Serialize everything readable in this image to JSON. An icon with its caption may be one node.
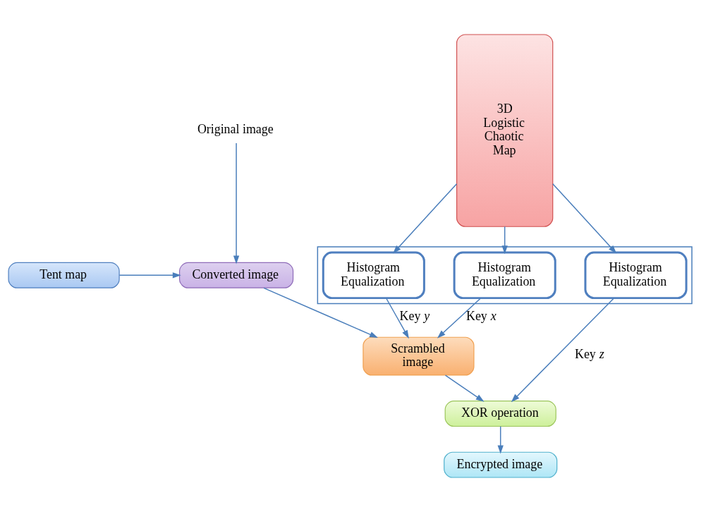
{
  "diagram": {
    "nodes": [
      {
        "text": [
          "Original image"
        ]
      },
      {
        "text": [
          "Converted image"
        ]
      },
      {
        "text": [
          "Tent map"
        ]
      },
      {
        "text": [],
        "shape": "box"
      },
      {
        "text": [
          "Histogram Equalization"
        ],
        "in": 3
      },
      {
        "text": [
          "Histogram Equalization"
        ],
        "in": 3
      },
      {
        "text": [
          "Histogram Equalization"
        ],
        "in": 3
      },
      {
        "text": [
          "Scrambled image"
        ]
      },
      {
        "text": [
          "3D Logistic Chaotic Map"
        ]
      },
      {
        "text": [
          "XOR operation"
        ]
      },
      {
        "text": [
          "Encrypted image"
        ]
      }
    ],
    "edges": [
      {
        "from": 0,
        "to": 1,
        "arrow": "to"
      },
      {
        "from": 2,
        "to": 1,
        "arrow": "to"
      },
      {
        "from": 1,
        "to": 7,
        "arrow": "to"
      },
      {
        "from": 4,
        "to": 7,
        "arrow": "to",
        "label": "Key *x*"
      },
      {
        "from": 5,
        "to": 7,
        "arrow": "to",
        "label": "Key *y*"
      },
      {
        "from": 8,
        "to": 4,
        "arrow": "to"
      },
      {
        "from": 8,
        "to": 5,
        "arrow": "to"
      },
      {
        "from": 8,
        "to": 6,
        "arrow": "to"
      },
      {
        "from": 6,
        "to": 9,
        "arrow": "to",
        "label": "Key *z*"
      },
      {
        "from": 7,
        "to": 9,
        "arrow": "to"
      },
      {
        "from": 9,
        "to": 10,
        "arrow": "to"
      }
    ]
  }
}
